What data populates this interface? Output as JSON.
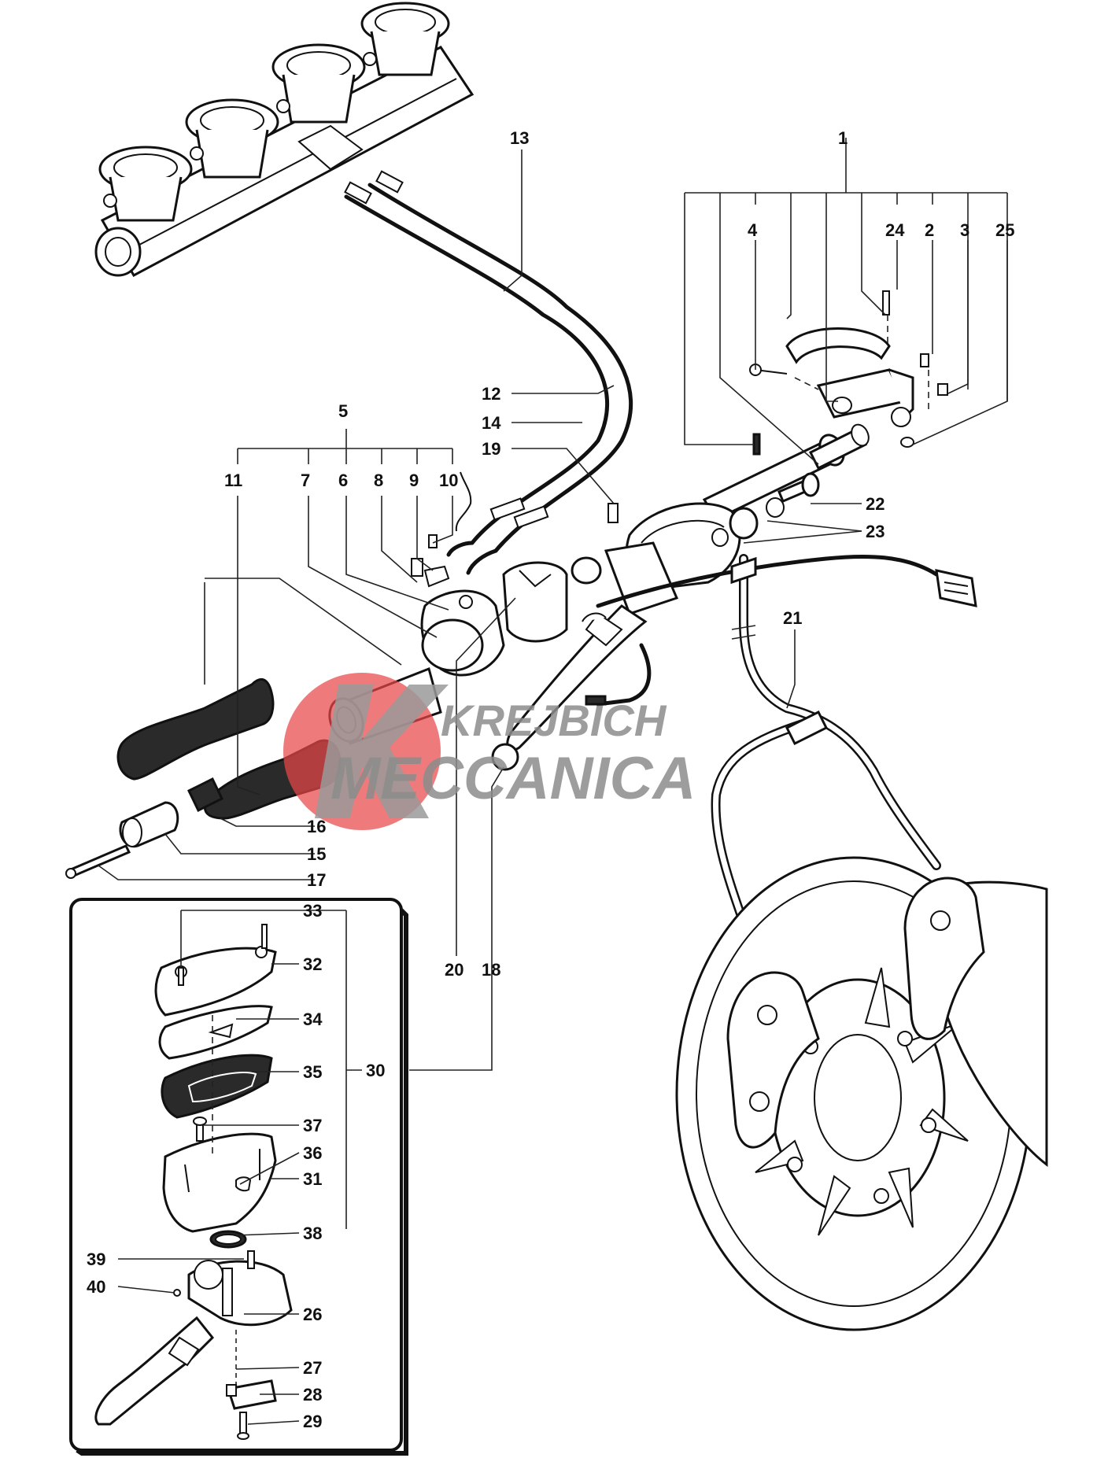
{
  "diagram": {
    "type": "exploded-parts-view",
    "subject": "Handlebar controls, throttle, front brake master cylinder",
    "callouts": [
      "1",
      "2",
      "3",
      "4",
      "5",
      "6",
      "7",
      "8",
      "9",
      "10",
      "11",
      "12",
      "13",
      "14",
      "15",
      "16",
      "17",
      "18",
      "19",
      "20",
      "21",
      "22",
      "23",
      "24",
      "25",
      "26",
      "27",
      "28",
      "29",
      "30",
      "31",
      "32",
      "33",
      "34",
      "35",
      "36",
      "37",
      "38",
      "39",
      "40"
    ]
  },
  "watermark": {
    "line1": "KREJBICH",
    "line2": "MECCANICA",
    "colors": {
      "disc": "#e8474a",
      "text": "#8c8c8c"
    }
  }
}
